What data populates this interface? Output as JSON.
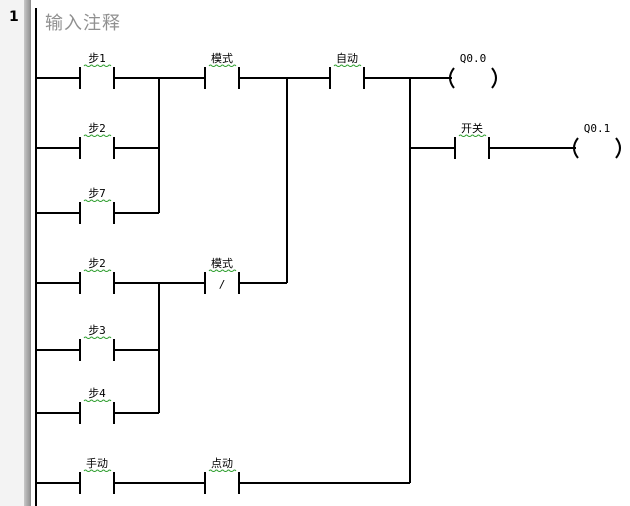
{
  "rung": {
    "number": "1",
    "comment": "输入注释"
  },
  "contacts": [
    {
      "id": "c-step1",
      "label": "步1",
      "type": "NO"
    },
    {
      "id": "c-step2a",
      "label": "步2",
      "type": "NO"
    },
    {
      "id": "c-step7",
      "label": "步7",
      "type": "NO"
    },
    {
      "id": "c-step2b",
      "label": "步2",
      "type": "NO"
    },
    {
      "id": "c-step3",
      "label": "步3",
      "type": "NO"
    },
    {
      "id": "c-step4",
      "label": "步4",
      "type": "NO"
    },
    {
      "id": "c-manual",
      "label": "手动",
      "type": "NO"
    },
    {
      "id": "c-mode1",
      "label": "模式",
      "type": "NO"
    },
    {
      "id": "c-mode2",
      "label": "模式",
      "type": "NC",
      "symbol": "/"
    },
    {
      "id": "c-jog",
      "label": "点动",
      "type": "NO"
    },
    {
      "id": "c-auto",
      "label": "自动",
      "type": "NO"
    },
    {
      "id": "c-switch",
      "label": "开关",
      "type": "NO"
    }
  ],
  "coils": [
    {
      "id": "coil-q00",
      "label": "Q0.0"
    },
    {
      "id": "coil-q01",
      "label": "Q0.1"
    }
  ],
  "colors": {
    "wire": "#000000",
    "comment": "#909090",
    "squiggle": "#2e9e2e",
    "gutter": "#f3f3f3"
  }
}
